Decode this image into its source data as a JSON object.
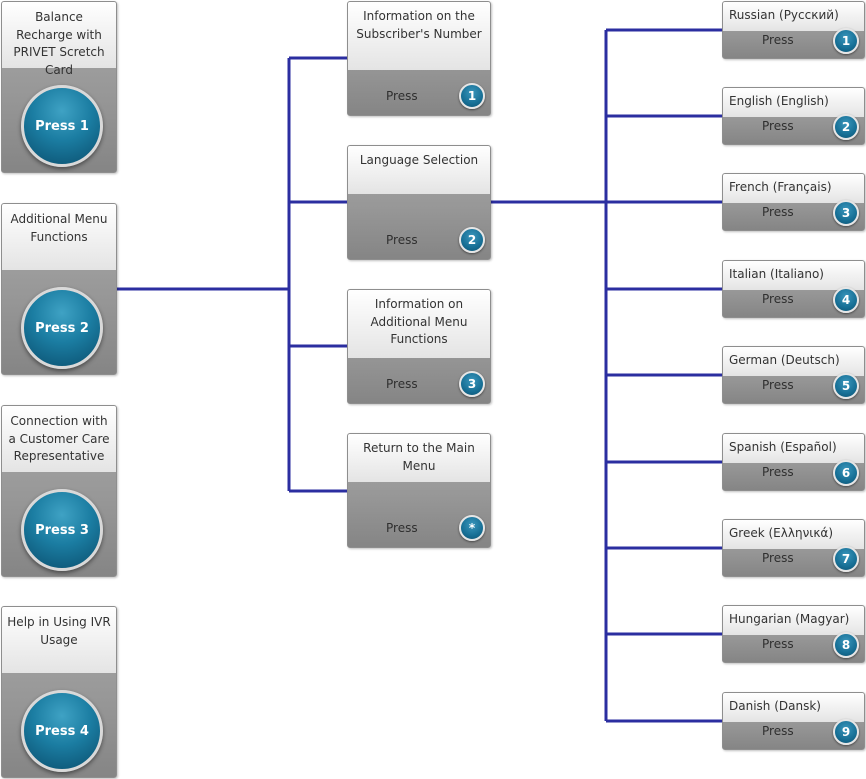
{
  "left_column": [
    {
      "title": "Balance Recharge with PRIVET Scretch Card",
      "button": "Press 1"
    },
    {
      "title": "Additional Menu Functions",
      "button": "Press 2"
    },
    {
      "title": "Connection with a Customer Care Representative",
      "button": "Press 3"
    },
    {
      "title": "Help in Using IVR Usage",
      "button": "Press 4"
    }
  ],
  "middle_column": [
    {
      "title": "Information on the Subscriber's Number",
      "press": "Press",
      "key": "1"
    },
    {
      "title": "Language Selection",
      "press": "Press",
      "key": "2"
    },
    {
      "title": "Information on Additional Menu Functions",
      "press": "Press",
      "key": "3"
    },
    {
      "title": "Return to the Main Menu",
      "press": "Press",
      "key": "*"
    }
  ],
  "right_column": [
    {
      "title": "Russian (Русский)",
      "press": "Press",
      "key": "1"
    },
    {
      "title": "English (English)",
      "press": "Press",
      "key": "2"
    },
    {
      "title": "French (Français)",
      "press": "Press",
      "key": "3"
    },
    {
      "title": "Italian (Italiano)",
      "press": "Press",
      "key": "4"
    },
    {
      "title": "German (Deutsch)",
      "press": "Press",
      "key": "5"
    },
    {
      "title": "Spanish (Español)",
      "press": "Press",
      "key": "6"
    },
    {
      "title": "Greek (Ελληνικά)",
      "press": "Press",
      "key": "7"
    },
    {
      "title": "Hungarian (Magyar)",
      "press": "Press",
      "key": "8"
    },
    {
      "title": "Danish (Dansk)",
      "press": "Press",
      "key": "9"
    }
  ],
  "colors": {
    "connector": "#2b2ea0",
    "badge": "#176f95"
  }
}
